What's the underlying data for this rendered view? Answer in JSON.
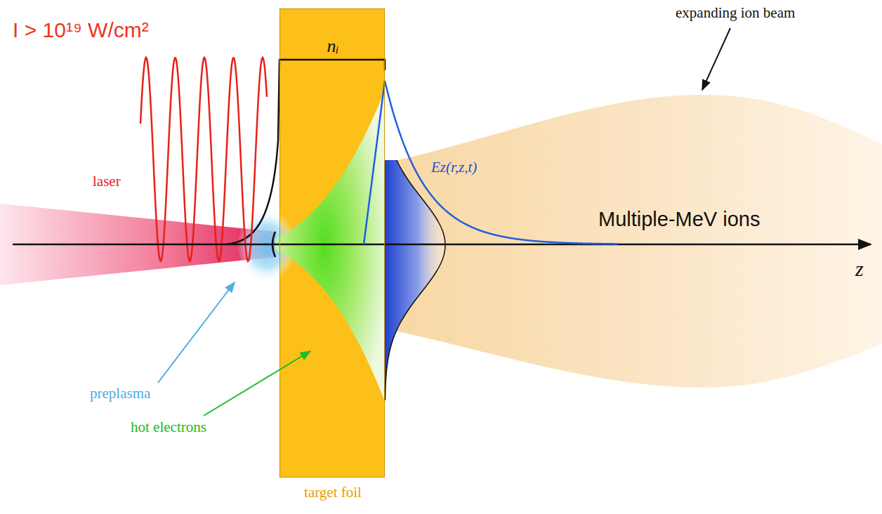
{
  "diagram": {
    "nodes": [
      {
        "text": [
          "nᵢ",
          "target foil"
        ]
      }
    ],
    "labels": [
      "I > 10¹⁹ W/cm²",
      "laser",
      "preplasma",
      "hot electrons",
      "Ez(r,z,t)",
      "Multiple-MeV ions",
      "expanding ion beam",
      "z"
    ]
  }
}
